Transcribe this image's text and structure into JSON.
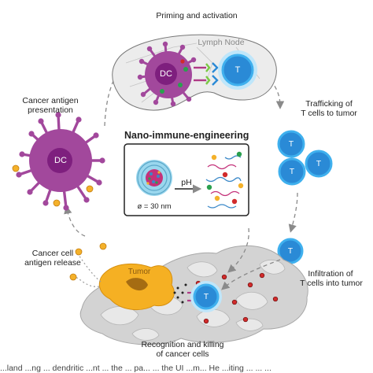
{
  "labels": {
    "priming": "Priming and activation",
    "lymph_node": "Lymph Node",
    "trafficking_1": "Trafficking of",
    "trafficking_2": "T cells to tumor",
    "antigen_presentation_1": "Cancer antigen",
    "antigen_presentation_2": "presentation",
    "nano_title": "Nano-immune-engineering",
    "ph": "pH",
    "diameter": "ø = 30 nm",
    "release_1": "Cancer cell",
    "release_2": "antigen release",
    "tumor": "Tumor",
    "infiltration_1": "Infiltration of",
    "infiltration_2": "T cells into tumor",
    "recognition_1": "Recognition and killing",
    "recognition_2": "of cancer cells",
    "dc": "DC",
    "t": "T"
  },
  "caption": "...land ...ng ... dendritic ...nt ... the ... pa... ... the UI ...m... He ...iting ... ... ...",
  "colors": {
    "dc_purple": "#a2489c",
    "dc_nucleus": "#7e1f7e",
    "tcell_blue": "#2a8ad6",
    "tcell_ring": "#3fb0ee",
    "tumor_orange": "#f5b023",
    "antigen_yellow": "#f4b12a",
    "tissue_gray": "#d3d3d3",
    "lymph_gray": "#ececec",
    "receptor_pink": "#b03b86",
    "dot_green": "#2aa04e",
    "dot_red": "#d12b2b"
  }
}
